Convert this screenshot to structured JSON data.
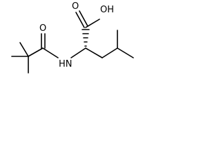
{
  "molecule": {
    "atom_labels": {
      "hydroxyl": "OH",
      "carboxyl_oxygen": "O",
      "amide_oxygen": "O",
      "amide_nitrogen": "HN"
    },
    "stereo": {
      "alpha_carbon_bond": "hashed-wedge"
    },
    "colors": {
      "line": "#000000",
      "background": "#ffffff"
    }
  }
}
